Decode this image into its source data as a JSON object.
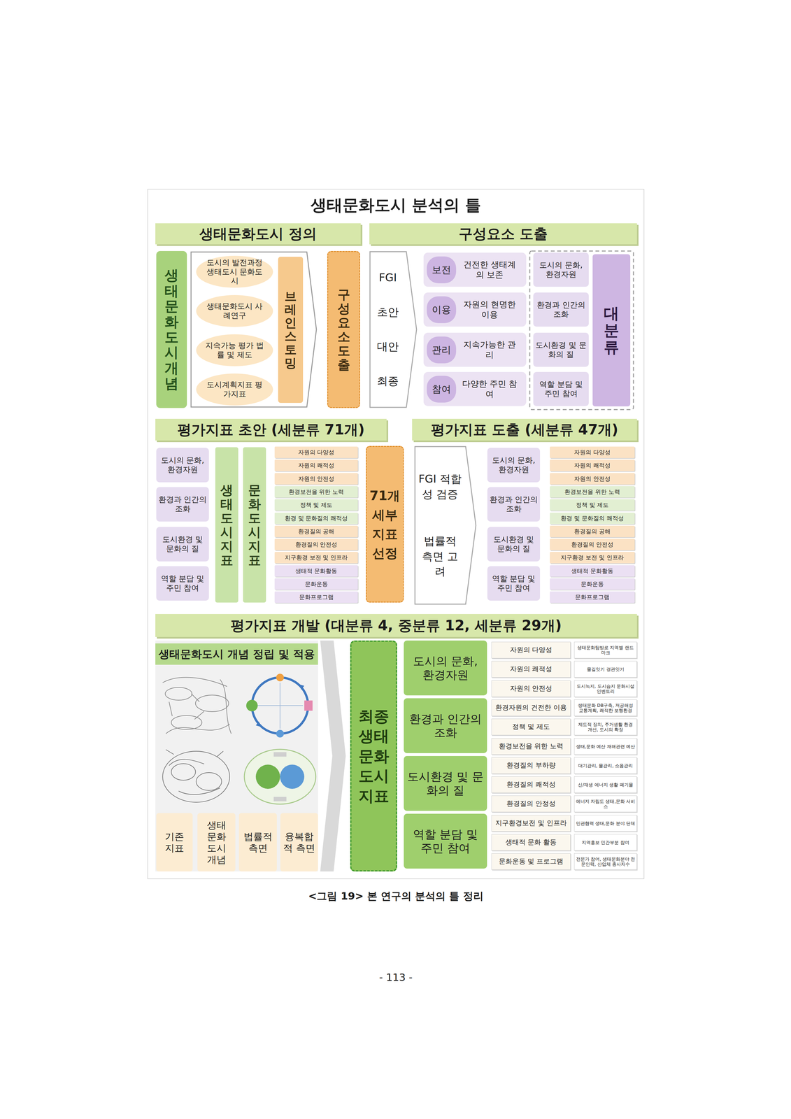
{
  "diagram": {
    "title": "생태문화도시 분석의 틀",
    "caption": "<그림 19> 본 연구의 분석의 틀 정리",
    "nodes": [
      {
        "text": [
          "생태문화도시 정의"
        ]
      },
      {
        "text": [
          "구성요소 도출"
        ]
      },
      {
        "text": [
          "생태문화도시개념"
        ]
      },
      {
        "text": [
          "도시의 발전과정 생태도시 문화도시"
        ]
      },
      {
        "text": [
          "생태문화도시 사례연구"
        ]
      },
      {
        "text": [
          "지속가능 평가 법률 및 제도"
        ]
      },
      {
        "text": [
          "도시계획지표 평가지표"
        ]
      },
      {
        "text": [
          "브레인스토밍"
        ]
      },
      {
        "text": [
          "구성요소도출"
        ]
      },
      {
        "text": [
          "FGI",
          "초안",
          "대안",
          "최종"
        ]
      },
      {
        "text": [
          "보전",
          "건전한 생태계의 보존"
        ]
      },
      {
        "text": [
          "이용",
          "자원의 현명한 이용"
        ]
      },
      {
        "text": [
          "관리",
          "지속가능한 관리"
        ]
      },
      {
        "text": [
          "참여",
          "다양한 주민 참여"
        ]
      },
      {
        "text": [
          "도시의 문화, 환경자원"
        ]
      },
      {
        "text": [
          "환경과 인간의 조화"
        ]
      },
      {
        "text": [
          "도시환경 및 문화의 질"
        ]
      },
      {
        "text": [
          "역할 분담 및 주민 참여"
        ]
      },
      {
        "text": [
          "대분류"
        ]
      },
      {
        "text": [
          "평가지표 초안 (세분류 71개)"
        ]
      },
      {
        "text": [
          "평가지표 도출 (세분류 47개)"
        ]
      },
      {
        "text": [
          "도시의 문화, 환경자원"
        ]
      },
      {
        "text": [
          "환경과 인간의 조화"
        ]
      },
      {
        "text": [
          "도시환경 및 문화의 질"
        ]
      },
      {
        "text": [
          "역할 분담 및 주민 참여"
        ]
      },
      {
        "text": [
          "생태도시 지표"
        ]
      },
      {
        "text": [
          "문화도시 지표"
        ]
      },
      {
        "text": [
          "자원의 다양성"
        ]
      },
      {
        "text": [
          "자원의 쾌적성"
        ]
      },
      {
        "text": [
          "자원의 안전성"
        ]
      },
      {
        "text": [
          "환경보전을 위한 노력"
        ]
      },
      {
        "text": [
          "정책 및 제도"
        ]
      },
      {
        "text": [
          "환경 및 문화질의 쾌적성"
        ]
      },
      {
        "text": [
          "환경질의 공해"
        ]
      },
      {
        "text": [
          "환경질의 안전성"
        ]
      },
      {
        "text": [
          "지구환경 보전 및 인프라"
        ]
      },
      {
        "text": [
          "생태적 문화활동"
        ]
      },
      {
        "text": [
          "문화운동"
        ]
      },
      {
        "text": [
          "문화프로그램"
        ]
      },
      {
        "text": [
          "71개 세부 지표 선정"
        ]
      },
      {
        "text": [
          "FGI 적합성 검증",
          "법률적 측면 고려"
        ]
      },
      {
        "text": [
          "도시의 문화, 환경자원"
        ]
      },
      {
        "text": [
          "환경과 인간의 조화"
        ]
      },
      {
        "text": [
          "도시환경 및 문화의 질"
        ]
      },
      {
        "text": [
          "역할 분담 및 주민 참여"
        ]
      },
      {
        "text": [
          "자원의 다양성"
        ]
      },
      {
        "text": [
          "자원의 쾌적성"
        ]
      },
      {
        "text": [
          "자원의 안전성"
        ]
      },
      {
        "text": [
          "환경보전을 위한 노력"
        ]
      },
      {
        "text": [
          "정책 및 제도"
        ]
      },
      {
        "text": [
          "환경 및 문화질의 쾌적성"
        ]
      },
      {
        "text": [
          "환경질의 공해"
        ]
      },
      {
        "text": [
          "환경질의 안전성"
        ]
      },
      {
        "text": [
          "지구환경 보전 및 인프라"
        ]
      },
      {
        "text": [
          "생태적 문화활동"
        ]
      },
      {
        "text": [
          "문화운동"
        ]
      },
      {
        "text": [
          "문화프로그램"
        ]
      },
      {
        "text": [
          "평가지표 개발 (대분류 4, 중분류 12, 세분류 29개)"
        ]
      },
      {
        "text": [
          "생태문화도시 개념 정립 및 적용"
        ]
      },
      {
        "text": [
          "기존 지표"
        ]
      },
      {
        "text": [
          "생태문화도시 개념"
        ]
      },
      {
        "text": [
          "법률적 측면"
        ]
      },
      {
        "text": [
          "융복합적 측면"
        ]
      },
      {
        "text": [
          "최종생태문화도시지표"
        ]
      },
      {
        "text": [
          "도시의 문화, 환경자원"
        ]
      },
      {
        "text": [
          "환경과 인간의 조화"
        ]
      },
      {
        "text": [
          "도시환경 및 문화의 질"
        ]
      },
      {
        "text": [
          "역할 분담 및 주민 참여"
        ]
      },
      {
        "text": [
          "자원의 다양성"
        ]
      },
      {
        "text": [
          "자원의 쾌적성"
        ]
      },
      {
        "text": [
          "자원의 안전성"
        ]
      },
      {
        "text": [
          "환경자원의 건전한 이용"
        ]
      },
      {
        "text": [
          "정책 및 제도"
        ]
      },
      {
        "text": [
          "환경보전을 위한 노력"
        ]
      },
      {
        "text": [
          "환경질의 부하량"
        ]
      },
      {
        "text": [
          "환경질의 쾌적성"
        ]
      },
      {
        "text": [
          "환경질의 안정성"
        ]
      },
      {
        "text": [
          "지구환경보전 및 인프라"
        ]
      },
      {
        "text": [
          "생태적 문화 활동"
        ]
      },
      {
        "text": [
          "문화운동 및 프로그램"
        ]
      },
      {
        "text": [
          "생태문화탐방로 지역별 랜드마크"
        ]
      },
      {
        "text": [
          "물길잇기 경관잇기"
        ]
      },
      {
        "text": [
          "도시녹지, 도시습지 문화시설 인벤토리"
        ]
      },
      {
        "text": [
          "생태문화 DB구축, 저공해성 교통계획, 쾌적한 보행환경"
        ]
      },
      {
        "text": [
          "제도적 장치, 주거생활 환경 개선, 도시의 확장"
        ]
      },
      {
        "text": [
          "생태,문화 예산 재해관련 예산"
        ]
      },
      {
        "text": [
          "대기관리, 물관리, 소음관리"
        ]
      },
      {
        "text": [
          "신/재생 에너지 생활 폐기물"
        ]
      },
      {
        "text": [
          "에너지 자립도 생태,문화 서비스"
        ]
      },
      {
        "text": [
          "민관협력 생태,문화 분야 단체"
        ]
      },
      {
        "text": [
          "지역홍보 민간부분 참여"
        ]
      },
      {
        "text": [
          "전문가 참여, 생태문화분야 전문인력, 산업체 종사자수"
        ]
      }
    ],
    "labels": [
      "- 113 -"
    ]
  }
}
